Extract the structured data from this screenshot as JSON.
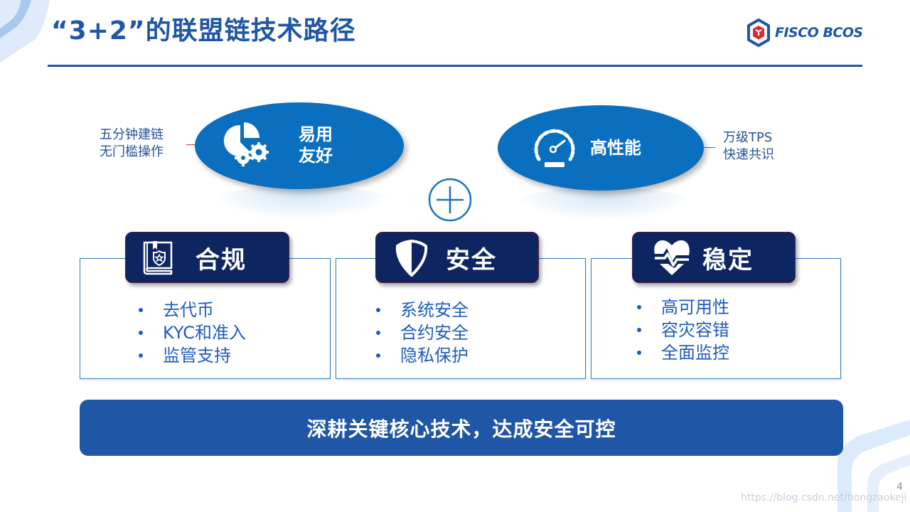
{
  "slide": {
    "title": "“3+2”的联盟链技术路径",
    "page_number": "4",
    "watermark": "https://blog.csdn.net/hongzaokeji"
  },
  "logo": {
    "text": "FISCO BCOS",
    "icon": "fisco-bcos-hexagon-icon"
  },
  "colors": {
    "title_blue": "#1f56a5",
    "oval_blue": "#0b6fbf",
    "pill_navy": "#0d2561",
    "bullet_blue": "#1f5bbf",
    "banner_blue": "#1f56a5",
    "connector_red": "#c0304a"
  },
  "top_features": [
    {
      "id": "easy",
      "icon": "pie-chart-gears-icon",
      "label_line1": "易用",
      "label_line2": "友好",
      "note_line1": "五分钟建链",
      "note_line2": "无门槛操作"
    },
    {
      "id": "performance",
      "icon": "speedometer-icon",
      "label": "高性能",
      "note_line1": "万级TPS",
      "note_line2": "快速共识"
    }
  ],
  "plus_symbol": "plus-circle-icon",
  "categories": [
    {
      "title": "合规",
      "icon": "compliance-book-badge-icon",
      "items": [
        "去代币",
        "KYC和准入",
        "监管支持"
      ]
    },
    {
      "title": "安全",
      "icon": "shield-icon",
      "items": [
        "系统安全",
        "合约安全",
        "隐私保护"
      ]
    },
    {
      "title": "稳定",
      "icon": "heart-pulse-icon",
      "items": [
        "高可用性",
        "容灾容错",
        "全面监控"
      ]
    }
  ],
  "banner": {
    "text": "深耕关键核心技术，达成安全可控"
  }
}
